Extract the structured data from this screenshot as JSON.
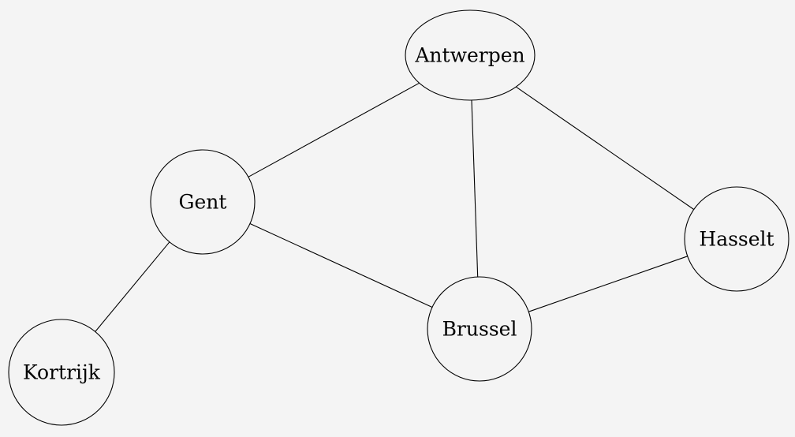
{
  "nodes": [
    {
      "id": "antwerpen",
      "label": "Antwerpen"
    },
    {
      "id": "gent",
      "label": "Gent"
    },
    {
      "id": "hasselt",
      "label": "Hasselt"
    },
    {
      "id": "brussel",
      "label": "Brussel"
    },
    {
      "id": "kortrijk",
      "label": "Kortrijk"
    }
  ],
  "edges": [
    {
      "from": "antwerpen",
      "to": "gent"
    },
    {
      "from": "antwerpen",
      "to": "brussel"
    },
    {
      "from": "antwerpen",
      "to": "hasselt"
    },
    {
      "from": "gent",
      "to": "brussel"
    },
    {
      "from": "gent",
      "to": "kortrijk"
    },
    {
      "from": "brussel",
      "to": "hasselt"
    }
  ],
  "colors": {
    "background": "#f4f4f4",
    "stroke": "#000000",
    "text": "#000000"
  }
}
